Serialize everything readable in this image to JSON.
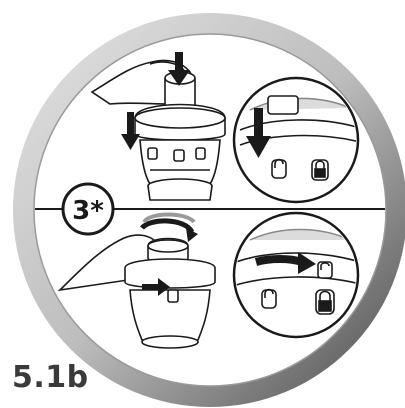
{
  "figure": {
    "step_marker": "3*",
    "figure_label": "5.1b",
    "colors": {
      "ring_outer": "#5a5a5a",
      "ring_inner": "#c8c8c8",
      "line": "#1a1a1a",
      "arrow": "#1a1a1a",
      "background": "#ffffff",
      "label": "#3a3a3a"
    },
    "panels": [
      {
        "name": "top-left",
        "action": "press-down",
        "icons": [
          "arrow-down-icon",
          "arrow-down-icon",
          "lock-open-icon",
          "lock-closed-icon"
        ]
      },
      {
        "name": "top-right-zoom",
        "action": "press-down",
        "icons": [
          "arrow-down-icon",
          "lock-open-icon",
          "lock-closed-icon"
        ]
      },
      {
        "name": "bottom-left",
        "action": "rotate",
        "icons": [
          "rotate-arrow-icon",
          "arrow-right-icon",
          "lock-closed-icon"
        ]
      },
      {
        "name": "bottom-right-zoom",
        "action": "rotate",
        "icons": [
          "arrow-right-icon",
          "lock-open-icon",
          "lock-closed-icon"
        ]
      }
    ]
  }
}
